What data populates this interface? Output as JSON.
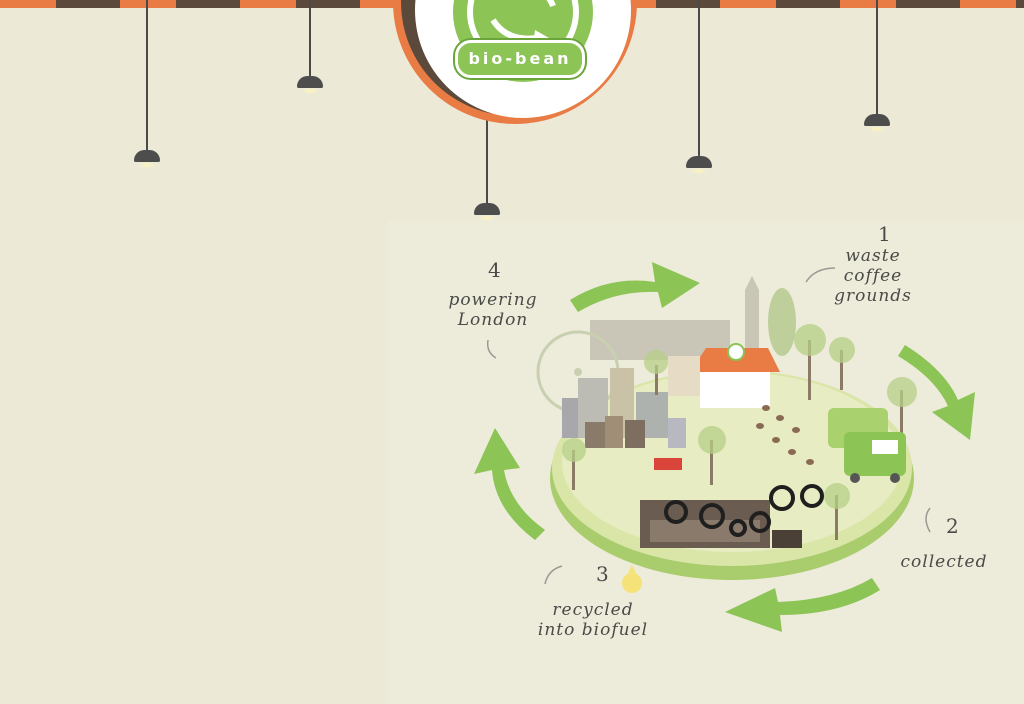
{
  "brand": {
    "name": "bio-bean"
  },
  "steps": [
    {
      "number": "1",
      "line1": "waste",
      "line2": "coffee",
      "line3": "grounds"
    },
    {
      "number": "2",
      "line1": "collected"
    },
    {
      "number": "3",
      "line1": "recycled",
      "line2": "into biofuel"
    },
    {
      "number": "4",
      "line1": "powering",
      "line2": "London"
    }
  ],
  "colors": {
    "orange": "#e97c45",
    "brown": "#5b4a3c",
    "green": "#8cc456",
    "background": "#ecead7"
  },
  "icons": [
    "recycle-logo-icon",
    "pendant-lamp-icon",
    "cycle-arrow-icon",
    "gear-icon",
    "bus-icon",
    "ferris-wheel-icon"
  ]
}
